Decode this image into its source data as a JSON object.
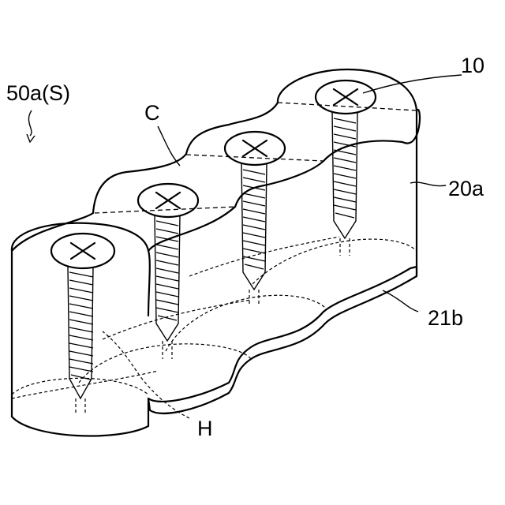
{
  "labels": {
    "assembly": "50a(S)",
    "screw": "10",
    "cut": "C",
    "body": "20a",
    "base": "21b",
    "hole": "H"
  }
}
